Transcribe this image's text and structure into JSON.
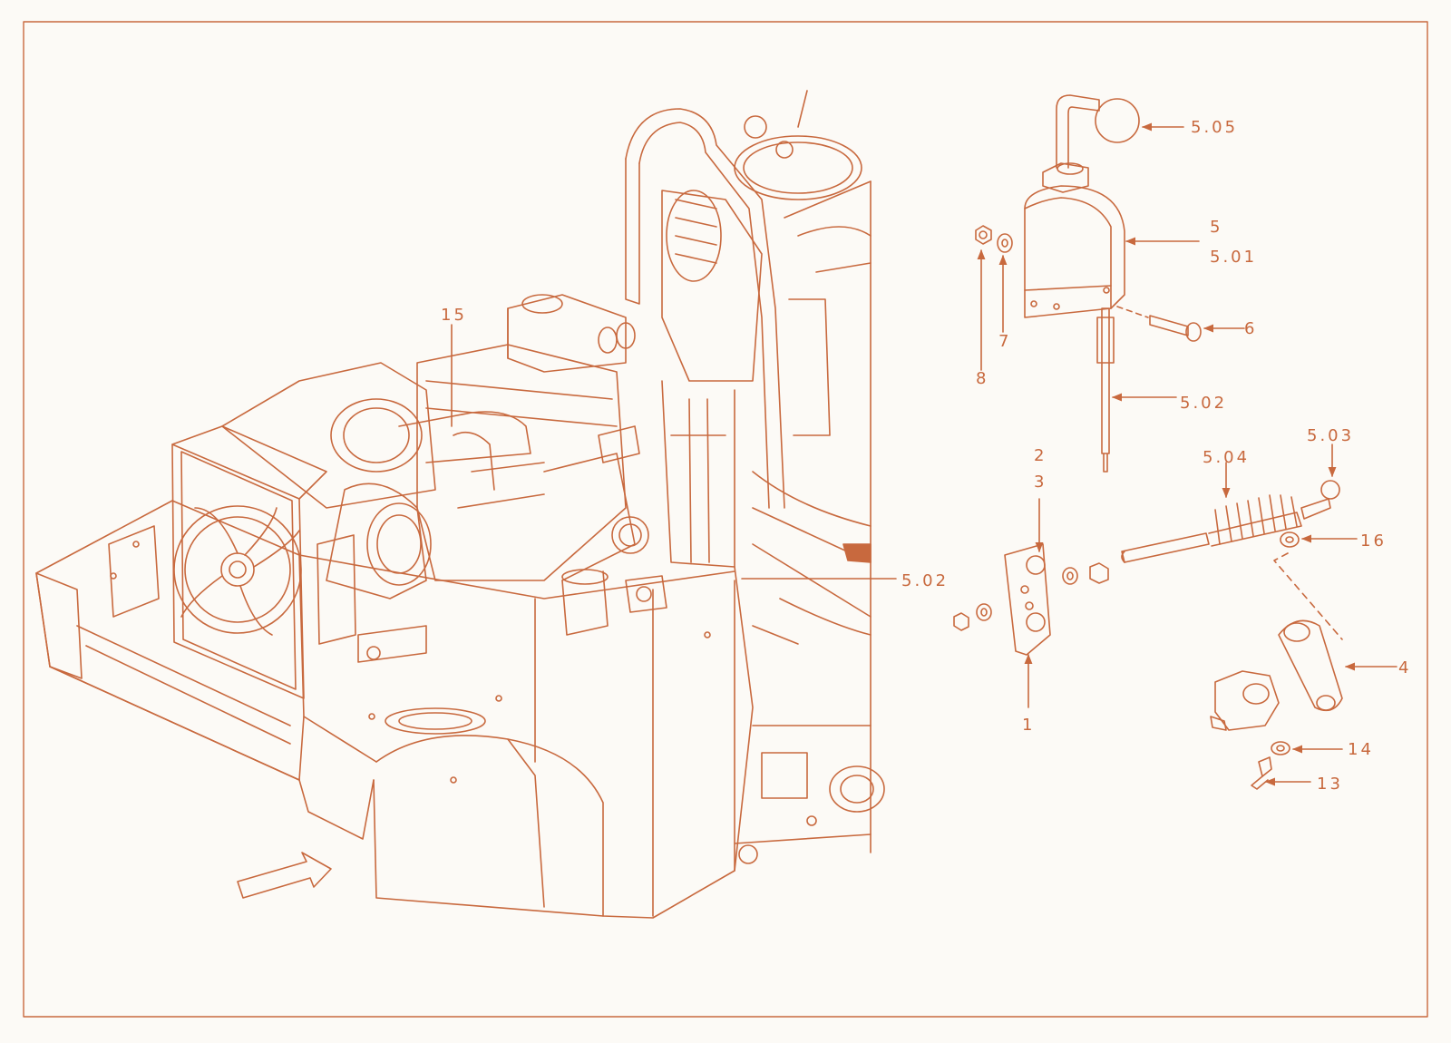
{
  "diagram": {
    "line_color": "#c8693e",
    "background": "#fcfaf6",
    "callouts": [
      {
        "id": "c-505",
        "label": "5.05"
      },
      {
        "id": "c-5",
        "label": "5"
      },
      {
        "id": "c-501",
        "label": "5.01"
      },
      {
        "id": "c-6",
        "label": "6"
      },
      {
        "id": "c-7",
        "label": "7"
      },
      {
        "id": "c-8",
        "label": "8"
      },
      {
        "id": "c-502a",
        "label": "5.02"
      },
      {
        "id": "c-503",
        "label": "5.03"
      },
      {
        "id": "c-504",
        "label": "5.04"
      },
      {
        "id": "c-2",
        "label": "2"
      },
      {
        "id": "c-3",
        "label": "3"
      },
      {
        "id": "c-16",
        "label": "16"
      },
      {
        "id": "c-4",
        "label": "4"
      },
      {
        "id": "c-1",
        "label": "1"
      },
      {
        "id": "c-14",
        "label": "14"
      },
      {
        "id": "c-13",
        "label": "13"
      },
      {
        "id": "c-15",
        "label": "15"
      },
      {
        "id": "c-502b",
        "label": "5.02"
      }
    ]
  }
}
